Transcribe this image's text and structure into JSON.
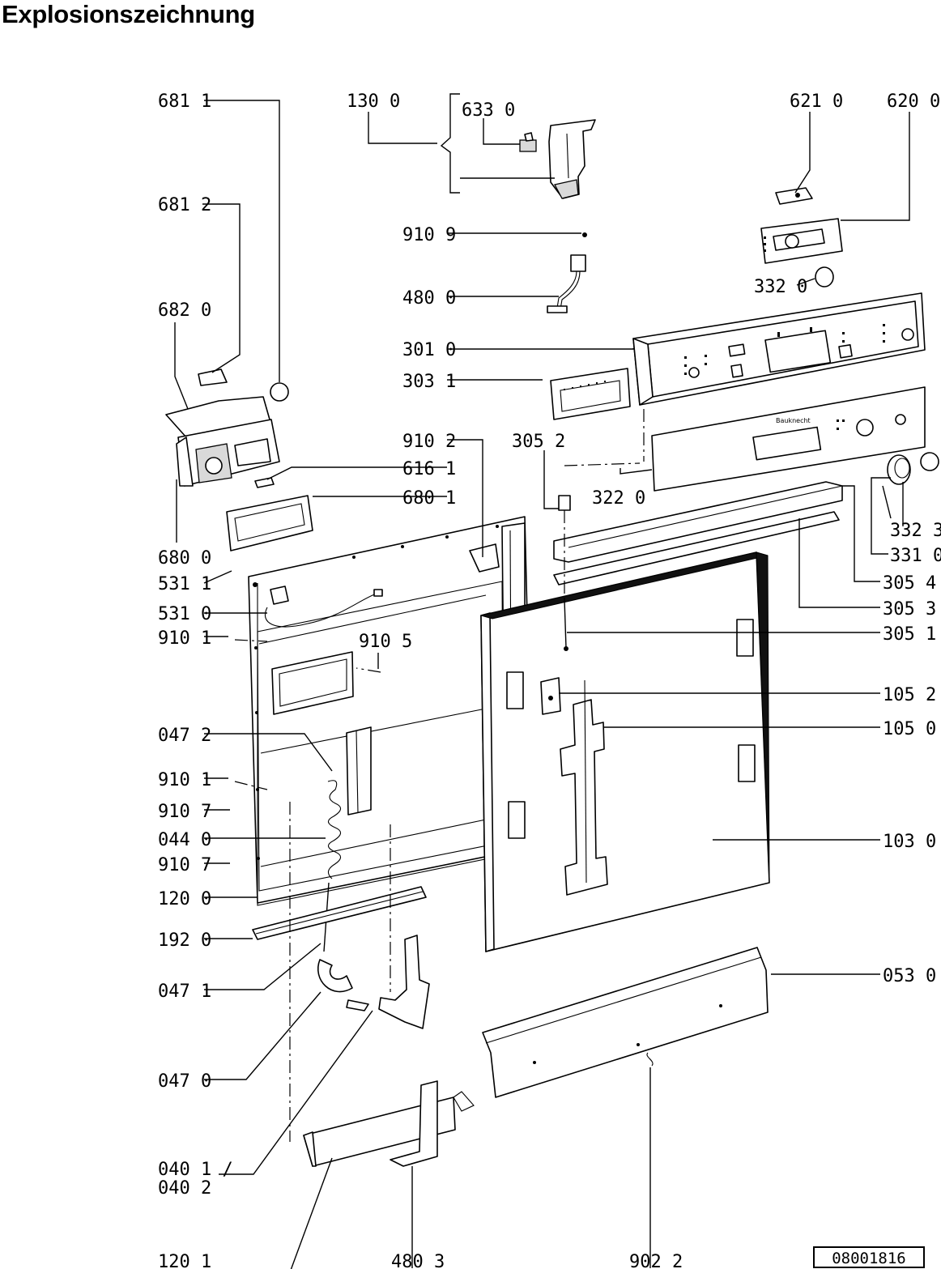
{
  "title": "Explosionszeichnung",
  "reference_number": "08001816",
  "callouts": [
    {
      "id": "681_1",
      "label": "681 1"
    },
    {
      "id": "130_0",
      "label": "130 0"
    },
    {
      "id": "633_0",
      "label": "633 0"
    },
    {
      "id": "621_0",
      "label": "621 0"
    },
    {
      "id": "620_0",
      "label": "620 0"
    },
    {
      "id": "681_2",
      "label": "681 2"
    },
    {
      "id": "910_9",
      "label": "910 9"
    },
    {
      "id": "682_0",
      "label": "682 0"
    },
    {
      "id": "332_0",
      "label": "332 0"
    },
    {
      "id": "480_0",
      "label": "480 0"
    },
    {
      "id": "301_0",
      "label": "301 0"
    },
    {
      "id": "303_1",
      "label": "303 1"
    },
    {
      "id": "910_2",
      "label": "910 2"
    },
    {
      "id": "305_2",
      "label": "305 2"
    },
    {
      "id": "616_1",
      "label": "616 1"
    },
    {
      "id": "680_1",
      "label": "680 1"
    },
    {
      "id": "322_0",
      "label": "322 0"
    },
    {
      "id": "332_3",
      "label": "332 3"
    },
    {
      "id": "680_0",
      "label": "680 0"
    },
    {
      "id": "331_0",
      "label": "331 0"
    },
    {
      "id": "531_1",
      "label": "531 1"
    },
    {
      "id": "305_4",
      "label": "305 4"
    },
    {
      "id": "531_0",
      "label": "531 0"
    },
    {
      "id": "305_3",
      "label": "305 3"
    },
    {
      "id": "910_1a",
      "label": "910 1"
    },
    {
      "id": "910_5",
      "label": "910 5"
    },
    {
      "id": "305_1",
      "label": "305 1"
    },
    {
      "id": "105_2",
      "label": "105 2"
    },
    {
      "id": "105_0",
      "label": "105 0"
    },
    {
      "id": "047_2",
      "label": "047 2"
    },
    {
      "id": "910_1b",
      "label": "910 1"
    },
    {
      "id": "910_7a",
      "label": "910 7"
    },
    {
      "id": "044_0",
      "label": "044 0"
    },
    {
      "id": "103_0",
      "label": "103 0"
    },
    {
      "id": "910_7b",
      "label": "910 7"
    },
    {
      "id": "120_0",
      "label": "120 0"
    },
    {
      "id": "192_0",
      "label": "192 0"
    },
    {
      "id": "053_0",
      "label": "053 0"
    },
    {
      "id": "047_1",
      "label": "047 1"
    },
    {
      "id": "047_0",
      "label": "047 0"
    },
    {
      "id": "040_1",
      "label": "040 1 /"
    },
    {
      "id": "040_2",
      "label": "040 2"
    },
    {
      "id": "120_1",
      "label": "120 1"
    },
    {
      "id": "480_3",
      "label": "480 3"
    },
    {
      "id": "902_2",
      "label": "902 2"
    }
  ]
}
